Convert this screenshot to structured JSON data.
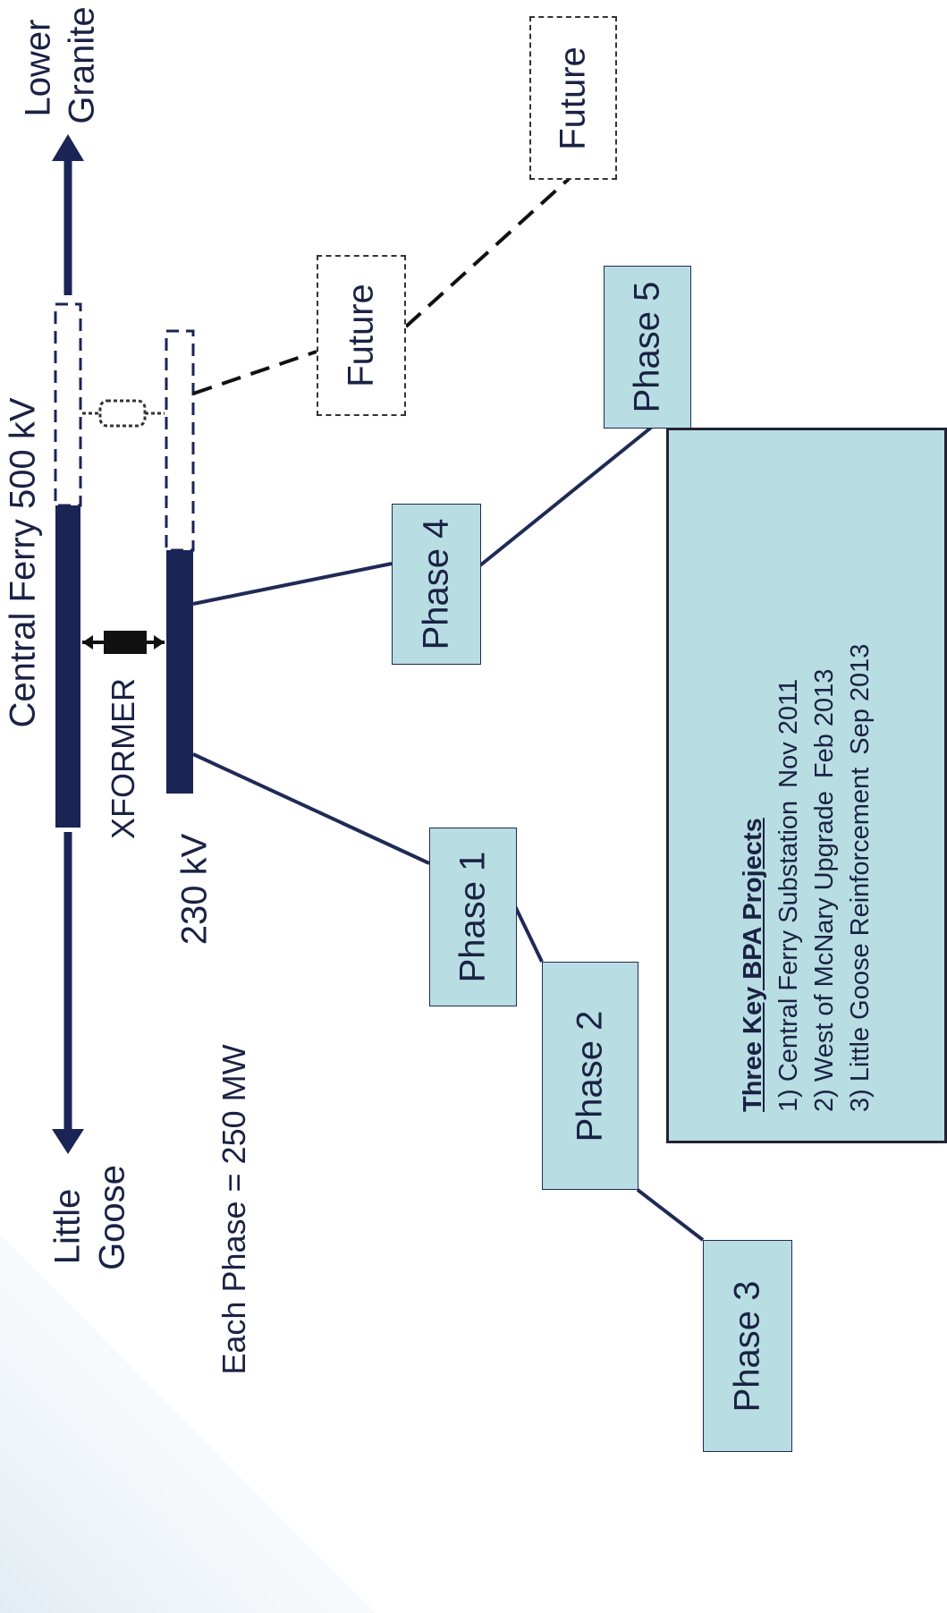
{
  "colors": {
    "bus": "#1a2455",
    "line": "#1f2a55",
    "box_fill": "#b8dde3",
    "dashed": "#333333"
  },
  "labels": {
    "bus_500": "Central Ferry 500 kV",
    "bus_230": "230 kV",
    "xformer": "XFORMER",
    "little_goose_1": "Little",
    "little_goose_2": "Goose",
    "lower_granite_1": "Lower",
    "lower_granite_2": "Granite",
    "each_phase": "Each Phase = 250 MW"
  },
  "phases": [
    {
      "label": "Phase 1"
    },
    {
      "label": "Phase 2"
    },
    {
      "label": "Phase 3"
    },
    {
      "label": "Phase 4"
    },
    {
      "label": "Phase 5"
    }
  ],
  "future": [
    {
      "label": "Future"
    },
    {
      "label": "Future"
    }
  ],
  "bpa": {
    "title": "Three Key BPA Projects",
    "items": [
      {
        "name": "1) Central Ferry Substation",
        "date": "Nov 2011"
      },
      {
        "name": "2) West of McNary Upgrade",
        "date": "Feb 2013"
      },
      {
        "name": "3) Little Goose Reinforcement",
        "date": "Sep 2013"
      }
    ]
  }
}
